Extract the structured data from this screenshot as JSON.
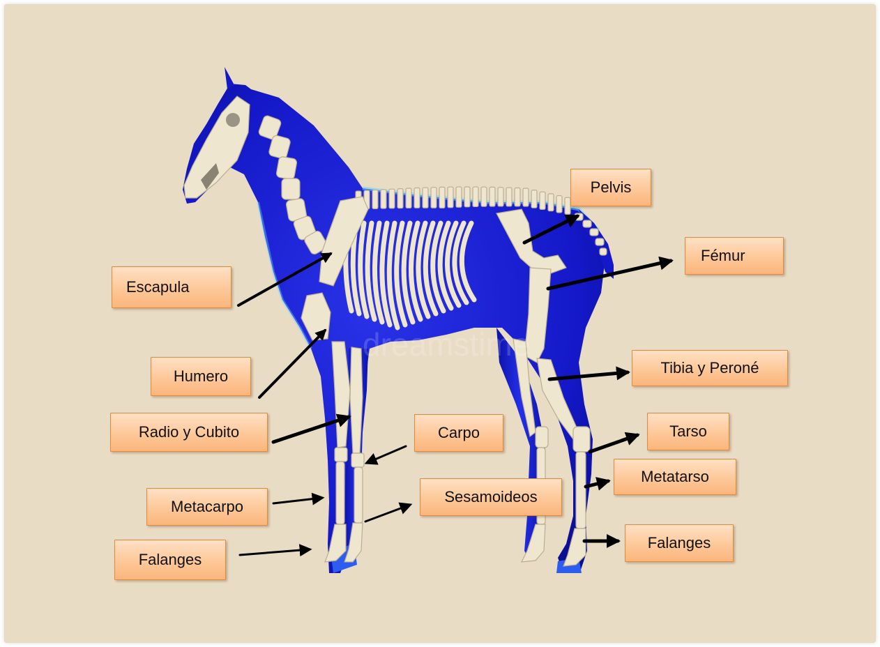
{
  "colors": {
    "background": "#e9dcc5",
    "horse_body": "#1a1fd6",
    "bone": "#efe6cf",
    "label_fill": "#fdc898",
    "label_border": "#e58a3c",
    "arrow": "#000000"
  },
  "labels": {
    "pelvis": "Pelvis",
    "femur": "Fémur",
    "escapula": "Escapula",
    "humero": "Humero",
    "tibia_perone": "Tibia y Peroné",
    "radio_cubito": "Radio y Cubito",
    "carpo": "Carpo",
    "tarso": "Tarso",
    "metatarso": "Metatarso",
    "metacarpo": "Metacarpo",
    "sesamoideos": "Sesamoideos",
    "falanges_front": "Falanges",
    "falanges_hind": "Falanges"
  },
  "watermark": "dreamstime"
}
